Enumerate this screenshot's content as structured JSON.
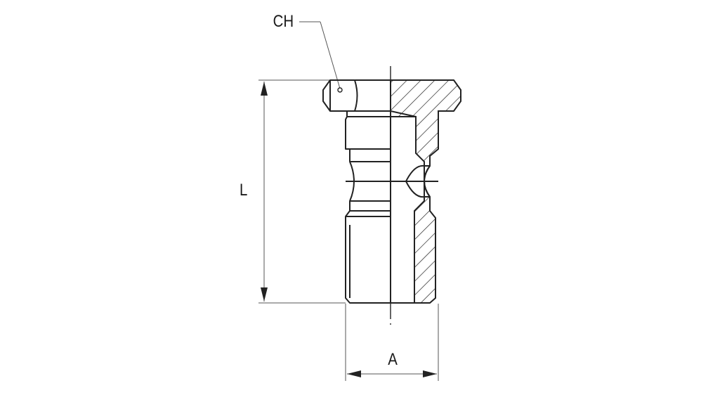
{
  "labels": {
    "ch": "CH",
    "length": "L",
    "width": "A"
  },
  "colors": {
    "line": "#222222",
    "background": "#ffffff"
  }
}
